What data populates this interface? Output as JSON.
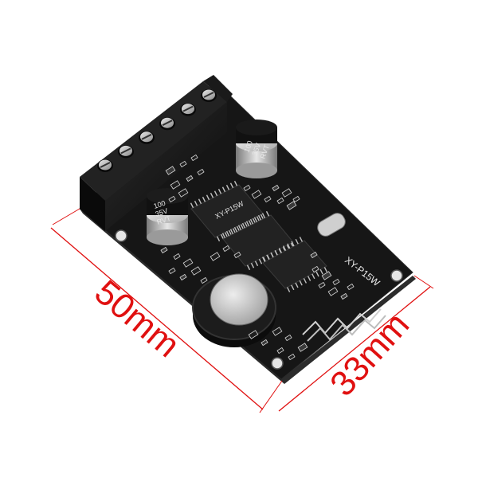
{
  "product": {
    "board_label": "XY-P15W",
    "chip_marking": "XY-P15W",
    "capacitor_left_marking": [
      "100",
      "35V",
      "RVT"
    ],
    "capacitor_right_marking": [
      "100",
      "35V",
      "RVT"
    ],
    "terminal_block_screws": 6
  },
  "dimensions": {
    "length_label": "50mm",
    "width_label": "33mm"
  },
  "colors": {
    "dimension_lines": "#e01010",
    "pcb": "#161616",
    "background": "#ffffff"
  }
}
